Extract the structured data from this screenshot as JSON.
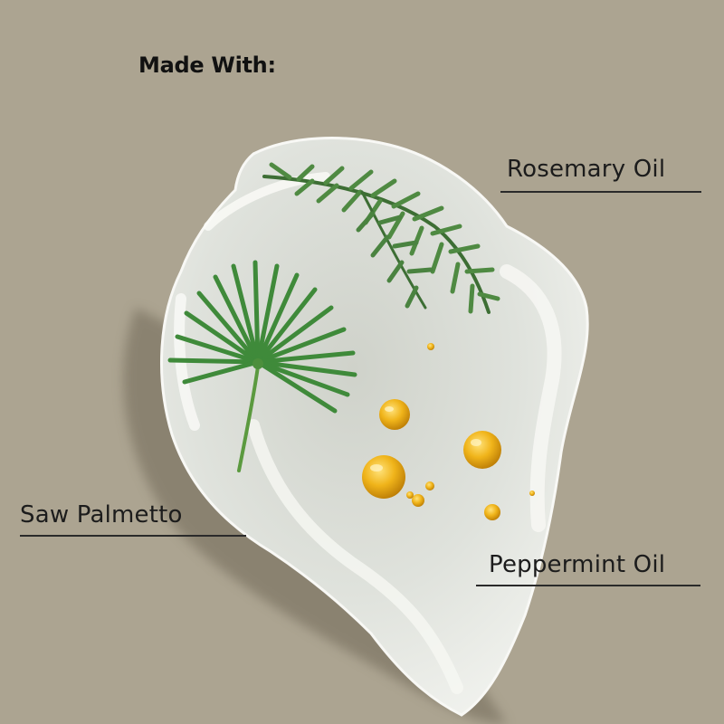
{
  "heading": "Made With:",
  "ingredients": [
    {
      "label": "Rosemary Oil"
    },
    {
      "label": "Saw Palmetto"
    },
    {
      "label": "Peppermint Oil"
    }
  ],
  "colors": {
    "background": "#aca491",
    "balm": "#eceee9",
    "leaf_green": "#3f7d3a",
    "oil_gold": "#e7a70c"
  }
}
